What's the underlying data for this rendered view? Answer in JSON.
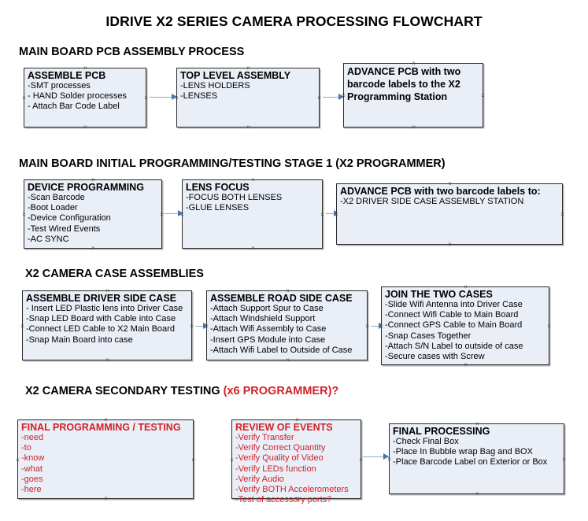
{
  "document": {
    "title": "IDRIVE X2  SERIES CAMERA PROCESSING FLOWCHART"
  },
  "sections": [
    {
      "heading": "MAIN BOARD PCB ASSEMBLY PROCESS",
      "heading_accent": "",
      "boxes": [
        {
          "title": "ASSEMBLE PCB",
          "lines": [
            "-SMT processes",
            "- HAND Solder processes",
            "- Attach Bar Code Label"
          ]
        },
        {
          "title": "TOP LEVEL ASSEMBLY",
          "lines": [
            "-LENS HOLDERS",
            "-LENSES"
          ]
        },
        {
          "title": "ADVANCE PCB with two barcode labels to the  X2 Programming Station",
          "lines": []
        }
      ]
    },
    {
      "heading": "MAIN BOARD INITIAL PROGRAMMING/TESTING STAGE 1 (X2 PROGRAMMER)",
      "heading_accent": "",
      "boxes": [
        {
          "title": "DEVICE PROGRAMMING",
          "lines": [
            "-Scan Barcode",
            "-Boot Loader",
            "-Device Configuration",
            "-Test Wired Events",
            "-AC SYNC"
          ]
        },
        {
          "title": "LENS FOCUS",
          "lines": [
            "-FOCUS BOTH LENSES",
            "-GLUE LENSES"
          ]
        },
        {
          "title": "ADVANCE PCB with two barcode labels to:",
          "lines": [
            "-X2 DRIVER  SIDE  CASE  ASSEMBLY STATION"
          ]
        }
      ]
    },
    {
      "heading": "X2 CAMERA CASE ASSEMBLIES",
      "heading_accent": "",
      "boxes": [
        {
          "title": "ASSEMBLE DRIVER SIDE CASE",
          "lines": [
            "- Insert LED Plastic lens into Driver Case",
            "-Snap LED Board with Cable into Case",
            "-Connect LED Cable to X2 Main Board",
            "-Snap Main Board into case"
          ]
        },
        {
          "title": "ASSEMBLE ROAD SIDE CASE",
          "lines": [
            "-Attach Support Spur to Case",
            "-Attach Windshield Support",
            "-Attach Wifi Assembly to Case",
            "-Insert GPS Module into Case",
            "-Attach Wifi Label to Outside of Case"
          ]
        },
        {
          "title": "JOIN THE TWO CASES",
          "lines": [
            "-Slide Wifi Antenna into Driver Case",
            "-Connect Wifi Cable to Main Board",
            "-Connect GPS Cable to Main Board",
            "-Snap Cases Together",
            "-Attach S/N Label to outside of case",
            "-Secure cases with Screw"
          ]
        }
      ]
    },
    {
      "heading": "X2 CAMERA SECONDARY TESTING ",
      "heading_accent": "(x6 PROGRAMMER)?",
      "boxes": [
        {
          "title": "FINAL PROGRAMMING / TESTING",
          "lines": [
            "-need",
            "-to",
            "-know",
            "-what",
            "-goes",
            "-here"
          ]
        },
        {
          "title": "REVIEW OF EVENTS",
          "lines": [
            "-Verify Transfer",
            "-Verify Correct Quantity",
            "-Verify Quality of Video",
            "-Verify LEDs function",
            "-Verify Audio",
            "-Verify BOTH Accelerometers",
            "-Test of accessory ports?"
          ]
        },
        {
          "title": "FINAL PROCESSING",
          "lines": [
            " -Check Final Box",
            "-Place In Bubble wrap Bag and BOX",
            "-Place Barcode Label on Exterior or Box"
          ]
        }
      ]
    }
  ],
  "colors": {
    "box_fill": "#e9eef7",
    "box_border": "#2b2b2b",
    "accent_red": "#d42027",
    "connector": "#8fa9c4",
    "arrow": "#4a73ab"
  }
}
